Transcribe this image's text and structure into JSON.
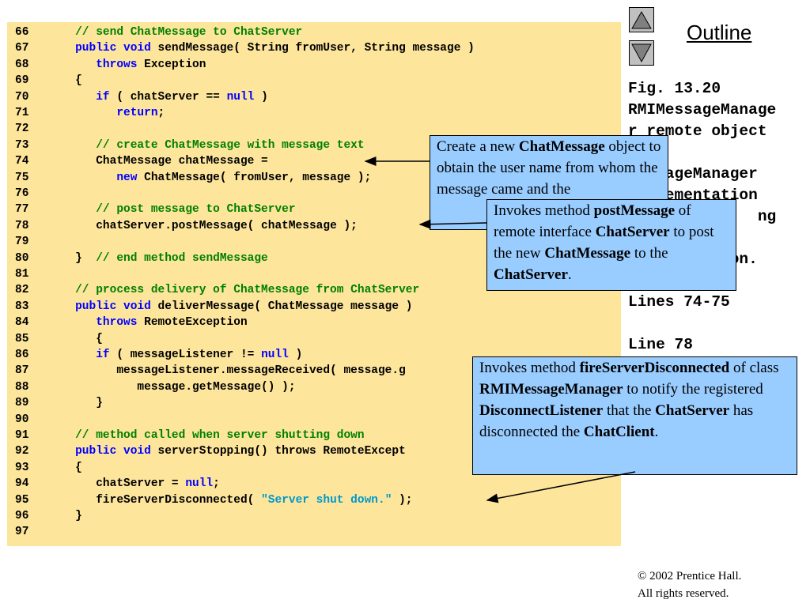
{
  "code_lines": [
    {
      "n": "66",
      "i": 1,
      "t": [
        {
          "c": "cm",
          "s": "// send ChatMessage to ChatServer"
        }
      ]
    },
    {
      "n": "67",
      "i": 1,
      "t": [
        {
          "c": "kw",
          "s": "public void"
        },
        {
          "c": "",
          "s": " sendMessage( String fromUser, String message )"
        }
      ]
    },
    {
      "n": "68",
      "i": 2,
      "t": [
        {
          "c": "kw",
          "s": "throws"
        },
        {
          "c": "",
          "s": " Exception"
        }
      ]
    },
    {
      "n": "69",
      "i": 1,
      "t": [
        {
          "c": "",
          "s": "{"
        }
      ]
    },
    {
      "n": "70",
      "i": 2,
      "t": [
        {
          "c": "kw",
          "s": "if"
        },
        {
          "c": "",
          "s": " ( chatServer == "
        },
        {
          "c": "kw",
          "s": "null"
        },
        {
          "c": "",
          "s": " )"
        }
      ]
    },
    {
      "n": "71",
      "i": 3,
      "t": [
        {
          "c": "kw",
          "s": "return"
        },
        {
          "c": "",
          "s": ";"
        }
      ]
    },
    {
      "n": "72",
      "i": 0,
      "t": []
    },
    {
      "n": "73",
      "i": 2,
      "t": [
        {
          "c": "cm",
          "s": "// create ChatMessage with message text"
        }
      ]
    },
    {
      "n": "74",
      "i": 2,
      "t": [
        {
          "c": "",
          "s": "ChatMessage chatMessage ="
        }
      ]
    },
    {
      "n": "75",
      "i": 3,
      "t": [
        {
          "c": "kw",
          "s": "new"
        },
        {
          "c": "",
          "s": " ChatMessage( fromUser, message );"
        }
      ]
    },
    {
      "n": "76",
      "i": 0,
      "t": []
    },
    {
      "n": "77",
      "i": 2,
      "t": [
        {
          "c": "cm",
          "s": "// post message to ChatServer"
        }
      ]
    },
    {
      "n": "78",
      "i": 2,
      "t": [
        {
          "c": "",
          "s": "chatServer.postMessage( chatMessage );"
        }
      ]
    },
    {
      "n": "79",
      "i": 0,
      "t": []
    },
    {
      "n": "80",
      "i": 1,
      "t": [
        {
          "c": "",
          "s": "}  "
        },
        {
          "c": "cm",
          "s": "// end method sendMessage"
        }
      ]
    },
    {
      "n": "81",
      "i": 0,
      "t": []
    },
    {
      "n": "82",
      "i": 1,
      "t": [
        {
          "c": "cm",
          "s": "// process delivery of ChatMessage from ChatServer"
        }
      ]
    },
    {
      "n": "83",
      "i": 1,
      "t": [
        {
          "c": "kw",
          "s": "public void"
        },
        {
          "c": "",
          "s": " deliverMessage( ChatMessage message )"
        }
      ]
    },
    {
      "n": "84",
      "i": 2,
      "t": [
        {
          "c": "kw",
          "s": "throws"
        },
        {
          "c": "",
          "s": " RemoteException"
        }
      ]
    },
    {
      "n": "85",
      "i": 2,
      "t": [
        {
          "c": "",
          "s": "{"
        }
      ]
    },
    {
      "n": "86",
      "i": 2,
      "t": [
        {
          "c": "kw",
          "s": "if"
        },
        {
          "c": "",
          "s": " ( messageListener != "
        },
        {
          "c": "kw",
          "s": "null"
        },
        {
          "c": "",
          "s": " )"
        }
      ]
    },
    {
      "n": "87",
      "i": 3,
      "t": [
        {
          "c": "",
          "s": "messageListener.messageReceived( message.g"
        }
      ]
    },
    {
      "n": "88",
      "i": 4,
      "t": [
        {
          "c": "",
          "s": "message.getMessage() );"
        }
      ]
    },
    {
      "n": "89",
      "i": 2,
      "t": [
        {
          "c": "",
          "s": "}"
        }
      ]
    },
    {
      "n": "90",
      "i": 0,
      "t": []
    },
    {
      "n": "91",
      "i": 1,
      "t": [
        {
          "c": "cm",
          "s": "// method called when server shutting down"
        }
      ]
    },
    {
      "n": "92",
      "i": 1,
      "t": [
        {
          "c": "kw",
          "s": "public void"
        },
        {
          "c": "",
          "s": " serverStopping() throws RemoteExcept"
        }
      ]
    },
    {
      "n": "93",
      "i": 1,
      "t": [
        {
          "c": "",
          "s": "{"
        }
      ]
    },
    {
      "n": "94",
      "i": 2,
      "t": [
        {
          "c": "",
          "s": "chatServer = "
        },
        {
          "c": "kw",
          "s": "null"
        },
        {
          "c": "",
          "s": ";"
        }
      ]
    },
    {
      "n": "95",
      "i": 2,
      "t": [
        {
          "c": "",
          "s": "fireServerDisconnected( "
        },
        {
          "c": "str",
          "s": "\"Server shut down.\""
        },
        {
          "c": "",
          "s": " );"
        }
      ]
    },
    {
      "n": "96",
      "i": 1,
      "t": [
        {
          "c": "",
          "s": "}"
        }
      ]
    },
    {
      "n": "97",
      "i": 0,
      "t": []
    }
  ],
  "nav": {
    "up_icon": "triangle-up-icon",
    "down_icon": "triangle-down-icon"
  },
  "outline_label": "Outline",
  "side_panel": {
    "text": "Fig. 13.20\nRMIMessageManage\nr remote object\n\n   sageManager\n   lementation\n              ng\n\n          ion.\n\nLines 74-75\n\nLine 78"
  },
  "callouts": {
    "c1": [
      {
        "b": false,
        "s": "Create a new "
      },
      {
        "b": true,
        "s": "ChatMessage"
      },
      {
        "b": false,
        "s": " object to obtain the user name from whom the message came and the"
      }
    ],
    "c2": [
      {
        "b": false,
        "s": "Invokes method "
      },
      {
        "b": true,
        "s": "postMessage"
      },
      {
        "b": false,
        "s": " of remote interface "
      },
      {
        "b": true,
        "s": "ChatServer"
      },
      {
        "b": false,
        "s": " to post the new "
      },
      {
        "b": true,
        "s": "ChatMessage"
      },
      {
        "b": false,
        "s": " to the "
      },
      {
        "b": true,
        "s": "ChatServer"
      },
      {
        "b": false,
        "s": "."
      }
    ],
    "c3": [
      {
        "b": false,
        "s": "Invokes method "
      },
      {
        "b": true,
        "s": "fireServerDisconnected"
      },
      {
        "b": false,
        "s": " of class "
      },
      {
        "b": true,
        "s": "RMIMessageManager"
      },
      {
        "b": false,
        "s": " to notify the registered "
      },
      {
        "b": true,
        "s": "DisconnectListener"
      },
      {
        "b": false,
        "s": " that the "
      },
      {
        "b": true,
        "s": "ChatServer"
      },
      {
        "b": false,
        "s": " has disconnected the "
      },
      {
        "b": true,
        "s": "ChatClient"
      },
      {
        "b": false,
        "s": "."
      }
    ]
  },
  "copyright": {
    "line1": "© 2002 Prentice Hall.",
    "line2": "All rights reserved."
  },
  "colors": {
    "code_bg": "#fde59c",
    "callout_bg": "#99ccff",
    "keyword": "#0000ff",
    "comment": "#008000",
    "string": "#0099cc"
  }
}
